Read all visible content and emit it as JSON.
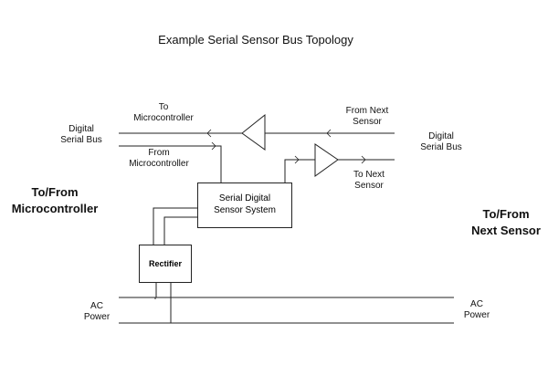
{
  "title": "Example Serial Sensor Bus Topology",
  "labels": {
    "digital_serial_bus_left": [
      "Digital",
      "Serial Bus"
    ],
    "to_microcontroller": [
      "To",
      "Microcontroller"
    ],
    "from_microcontroller": [
      "From",
      "Microcontroller"
    ],
    "from_next_sensor": [
      "From Next",
      "Sensor"
    ],
    "digital_serial_bus_right": [
      "Digital",
      "Serial Bus"
    ],
    "to_next_sensor": [
      "To Next",
      "Sensor"
    ],
    "to_from_microcontroller": [
      "To/From",
      "Microcontroller"
    ],
    "to_from_next_sensor": [
      "To/From",
      "Next Sensor"
    ],
    "ac_power_left": [
      "AC",
      "Power"
    ],
    "ac_power_right": [
      "AC",
      "Power"
    ]
  },
  "blocks": {
    "sensor_system": [
      "Serial Digital",
      "Sensor System"
    ],
    "rectifier": "Rectifier"
  }
}
